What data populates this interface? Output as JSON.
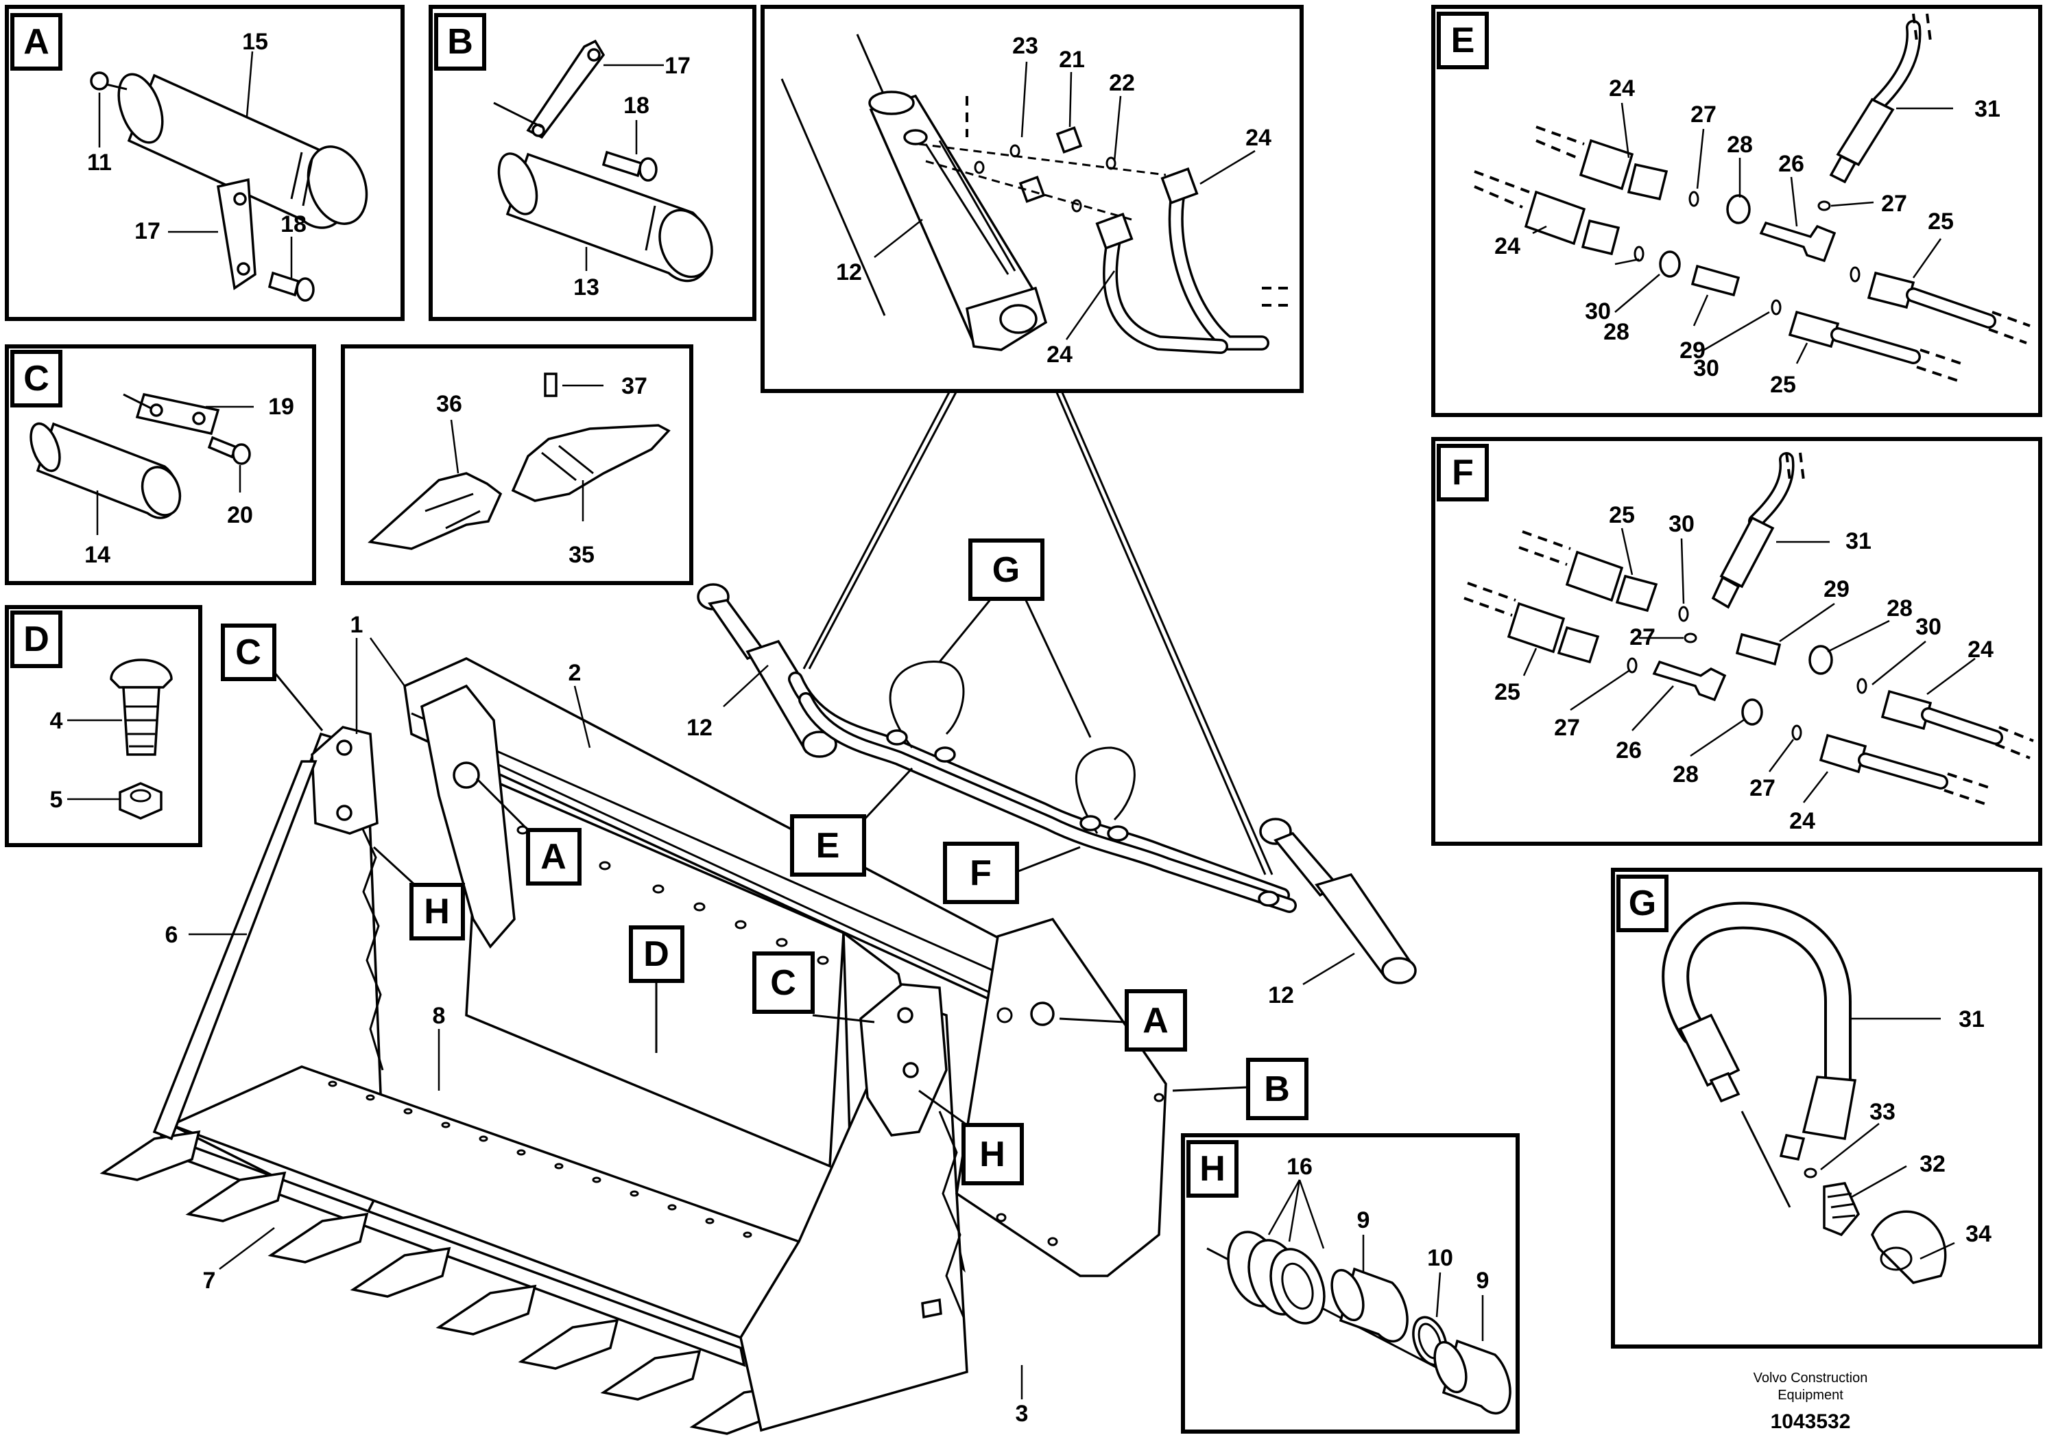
{
  "panels": {
    "A": {
      "label": "A",
      "callouts": [
        "15",
        "11",
        "17",
        "18"
      ]
    },
    "B": {
      "label": "B",
      "callouts": [
        "17",
        "18",
        "13"
      ]
    },
    "C": {
      "label": "C",
      "callouts": [
        "19",
        "20",
        "14"
      ]
    },
    "teeth": {
      "callouts": [
        "37",
        "36",
        "35"
      ]
    },
    "D": {
      "label": "D",
      "callouts": [
        "4",
        "5"
      ]
    },
    "top": {
      "callouts": [
        "23",
        "21",
        "22",
        "24",
        "12",
        "24"
      ]
    },
    "E": {
      "label": "E",
      "callouts": [
        "24",
        "27",
        "28",
        "26",
        "31",
        "27",
        "25",
        "24",
        "30",
        "28",
        "29",
        "30",
        "25"
      ]
    },
    "F": {
      "label": "F",
      "callouts": [
        "25",
        "30",
        "31",
        "29",
        "28",
        "27",
        "30",
        "24",
        "25",
        "27",
        "26",
        "28",
        "27",
        "24"
      ]
    },
    "G": {
      "label": "G",
      "callouts": [
        "31",
        "33",
        "32",
        "34"
      ]
    },
    "H": {
      "label": "H",
      "callouts": [
        "16",
        "9",
        "10",
        "9"
      ]
    }
  },
  "main": {
    "callouts": [
      "1",
      "2",
      "6",
      "8",
      "7",
      "3",
      "12",
      "12",
      "12"
    ],
    "tags": [
      "C",
      "H",
      "A",
      "D",
      "E",
      "F",
      "G",
      "C",
      "H",
      "A",
      "B"
    ]
  },
  "footer": {
    "credit_line1": "Volvo Construction",
    "credit_line2": "Equipment",
    "part_number": "1043532"
  }
}
